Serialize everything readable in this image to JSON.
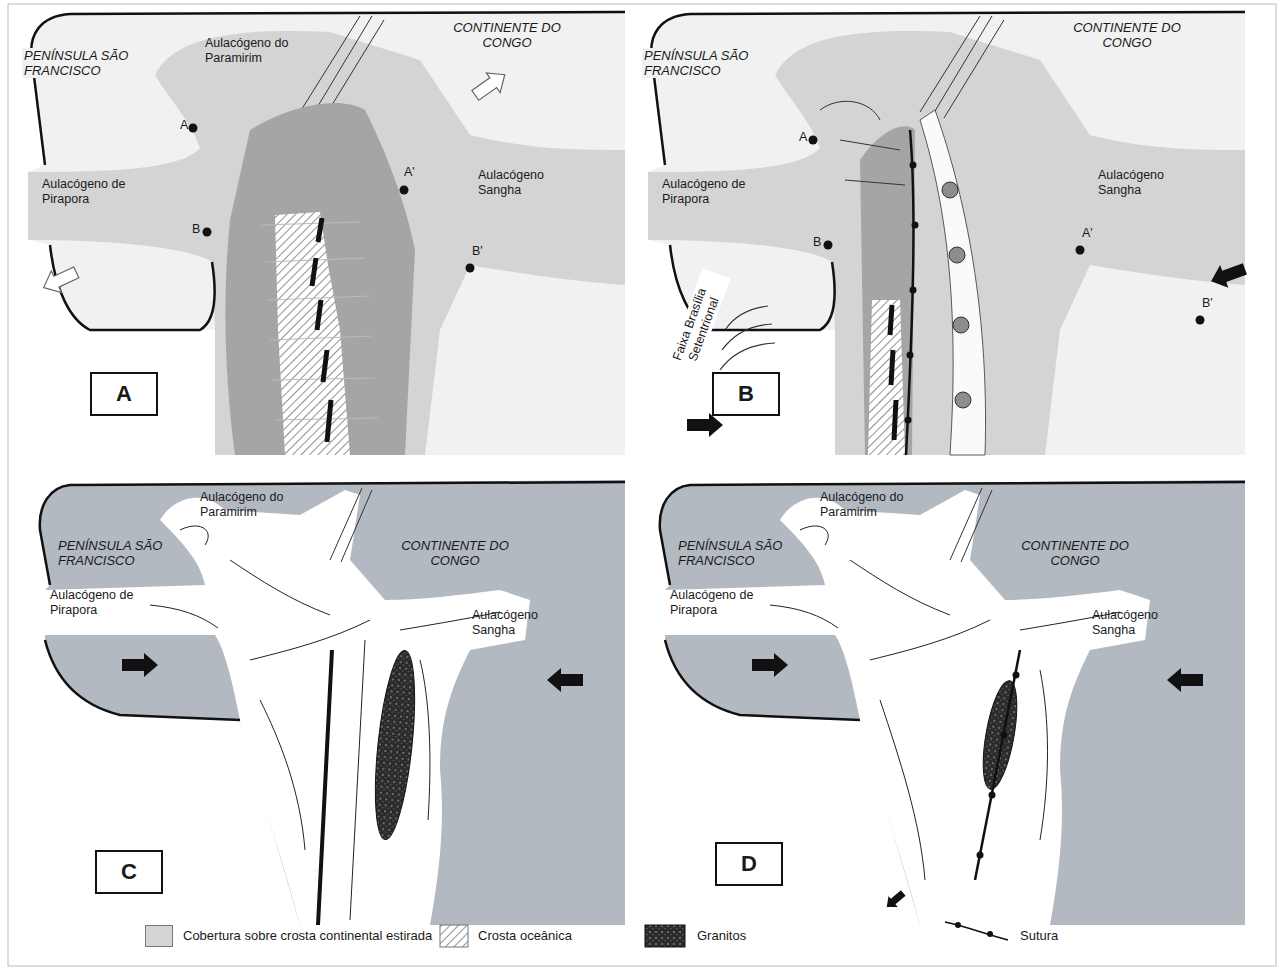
{
  "diagram": {
    "nodes": [
      {
        "text": [
          "A"
        ]
      },
      {
        "text": [
          "B"
        ]
      },
      {
        "text": [
          "C"
        ]
      },
      {
        "text": [
          "D"
        ]
      }
    ],
    "labels": [
      "PENÍNSULA SÃO FRANCISCO",
      "Aulacógeno do Paramirim",
      "CONTINENTE DO CONGO",
      "A",
      "A'",
      "Aulacógeno de Pirapora",
      "B",
      "Aulacógeno Sangha",
      "B'",
      "PENÍNSULA SÃO FRANCISCO",
      "CONTINENTE DO CONGO",
      "Aulacógeno Sangha",
      "A",
      "A'",
      "Aulacógeno de Pirapora",
      "Faixa Brasília Setentrional",
      "B",
      "B'",
      "Aulacógeno do Paramirim",
      "PENÍNSULA SÃO FRANCISCO",
      "CONTINENTE DO CONGO",
      "Aulacógeno de Pirapora",
      "Aulacógeno Sangha",
      "Aulacógeno do Paramirim",
      "PENÍNSULA SÃO FRANCISCO",
      "CONTINENTE DO CONGO",
      "Aulacógeno de Pirapora",
      "Aulacógeno Sangha"
    ],
    "legend": [
      {
        "text": "Cobertura sobre crosta continental estirada",
        "color": "#d4d4d4"
      },
      {
        "text": "Crosta oceânica"
      },
      {
        "text": "Granitos"
      },
      {
        "text": "Sutura"
      }
    ]
  }
}
